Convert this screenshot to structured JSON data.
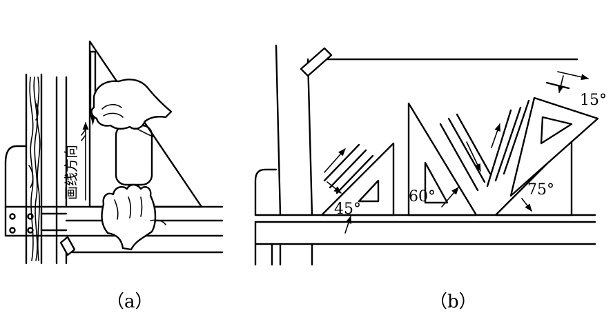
{
  "panel_a": {
    "caption": "（a）",
    "vertical_text": "画线方向"
  },
  "panel_b": {
    "caption": "（b）",
    "angles": {
      "a45": "45°",
      "a60": "60°",
      "a75": "75°",
      "a15": "15°"
    }
  },
  "colors": {
    "ink": "#000000",
    "paper": "#ffffff"
  }
}
